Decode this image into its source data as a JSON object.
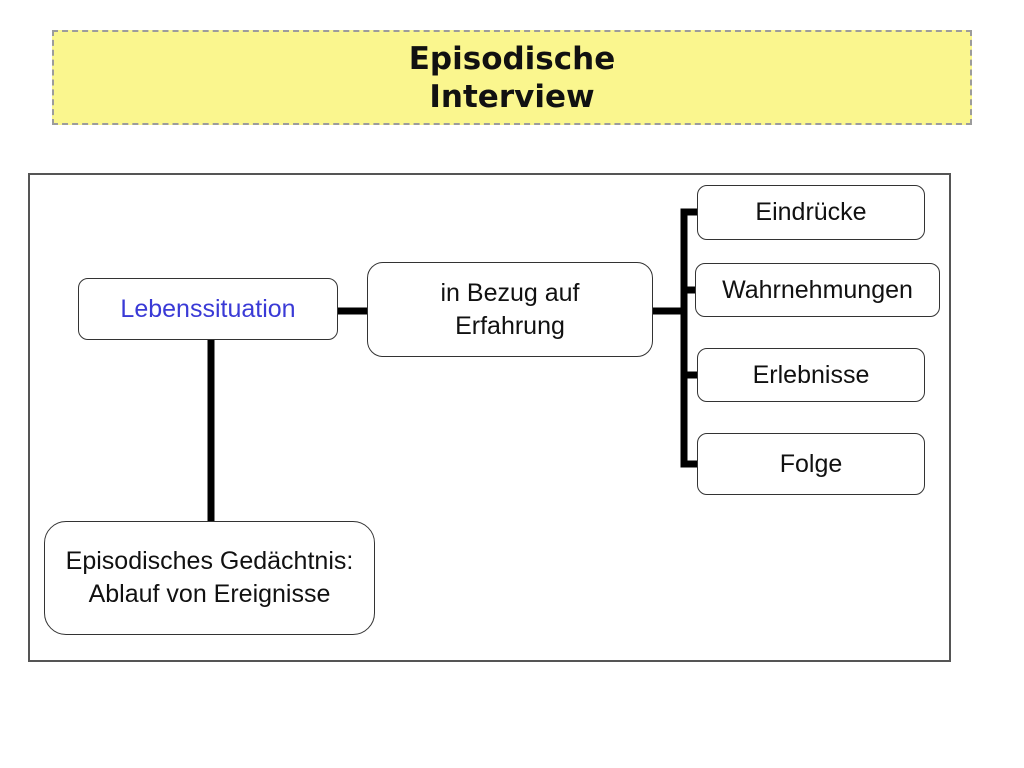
{
  "title": {
    "line1": "Episodische",
    "line2": "Interview"
  },
  "diagram": {
    "root": "Lebenssituation",
    "relation": "in Bezug auf\nErfahrung",
    "leaves": [
      "Eindrücke",
      "Wahrnehmungen",
      "Erlebnisse",
      "Folge"
    ],
    "memory": "Episodisches Gedächtnis:\nAblauf von Ereignisse"
  },
  "colors": {
    "title_background": "#faf68e",
    "title_border": "#9c9c9c",
    "root_text": "#3a3ad6",
    "connector": "#000000"
  }
}
